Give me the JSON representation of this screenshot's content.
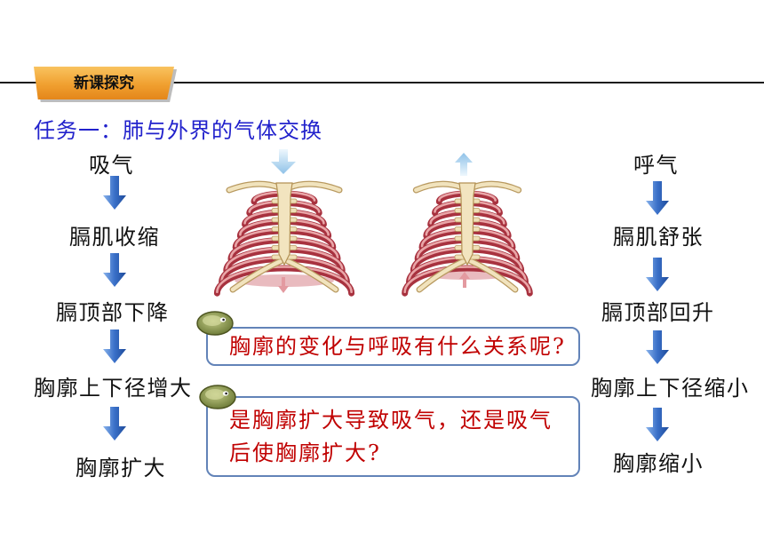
{
  "header": {
    "tab_label": "新课探究"
  },
  "task_title": "任务一：肺与外界的气体交换",
  "inhalation_flow": {
    "steps": [
      "吸气",
      "膈肌收缩",
      "膈顶部下降",
      "胸廓上下径增大",
      "胸廓扩大"
    ]
  },
  "exhalation_flow": {
    "steps": [
      "呼气",
      "膈肌舒张",
      "膈顶部回升",
      "胸廓上下径缩小",
      "胸廓缩小"
    ]
  },
  "questions": [
    {
      "lines": [
        "胸廓的变化与呼吸有什么关系呢?"
      ]
    },
    {
      "lines": [
        "是胸廓扩大导致吸气，还是吸气",
        "后使胸廓扩大?"
      ]
    }
  ],
  "illustrations": {
    "left": "rib-cage-expanded",
    "right": "rib-cage-contracted",
    "left_airflow": "air-in-down-arrow",
    "right_airflow": "air-out-up-arrow"
  },
  "icons": [
    "flow-arrow-down-icon",
    "mascot-icon"
  ],
  "colors": {
    "tab_accent": "#f0a030",
    "title": "#2222cc",
    "question_text": "#c00000",
    "flow_arrow": "#3a70c8",
    "bubble_border": "#6283b8",
    "rib": "#a8323f"
  }
}
